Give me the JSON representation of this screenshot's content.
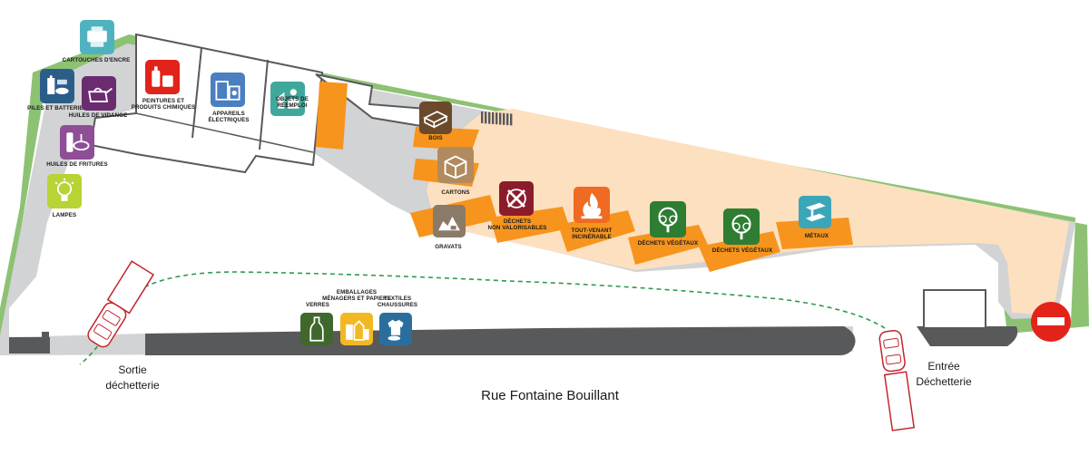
{
  "street": "Rue Fontaine Bouillant",
  "exit": {
    "line1": "Sortie",
    "line2": "déchetterie"
  },
  "entrance": {
    "line1": "Entrée",
    "line2": "Déchetterie"
  },
  "colors": {
    "grass": "#8dc273",
    "ground": "#d1d3d4",
    "sorting_area": "#fde0c0",
    "skip": "#f7941d",
    "wall": "#58595b",
    "path": "#2e9b4e",
    "car": "#c1272d",
    "no_entry": "#e2231a"
  },
  "icons": [
    {
      "id": "cartouches",
      "label1": "CARTOUCHES D'ENCRE",
      "label2": "",
      "color": "#4fb3bf",
      "icon": "printer-icon"
    },
    {
      "id": "piles",
      "label1": "PILES ET BATTERIES",
      "label2": "",
      "color": "#2b5d89",
      "icon": "battery-icon"
    },
    {
      "id": "huiles-vidange",
      "label1": "HUILES DE VIDANGE",
      "label2": "",
      "color": "#6b2c6f",
      "icon": "oil-can-icon"
    },
    {
      "id": "huiles-fritures",
      "label1": "HUILES DE FRITURES",
      "label2": "",
      "color": "#8e4f96",
      "icon": "frying-pan-icon"
    },
    {
      "id": "lampes",
      "label1": "LAMPES",
      "label2": "",
      "color": "#b7d334",
      "icon": "lamp-icon"
    },
    {
      "id": "peintures",
      "label1": "PEINTURES ET",
      "label2": "PRODUITS CHIMIQUES",
      "color": "#e2231a",
      "icon": "chemicals-icon"
    },
    {
      "id": "appareils",
      "label1": "APPAREILS",
      "label2": "ÉLECTRIQUES",
      "color": "#4a7fc1",
      "icon": "appliance-icon"
    },
    {
      "id": "reemploi",
      "label1": "OBJETS DE",
      "label2": "RÉEMPLOI",
      "color": "#3fa89c",
      "icon": "reuse-icon"
    },
    {
      "id": "bois",
      "label1": "BOIS",
      "label2": "",
      "color": "#6b4a2b",
      "icon": "pallet-icon"
    },
    {
      "id": "cartons",
      "label1": "CARTONS",
      "label2": "",
      "color": "#b28a5f",
      "icon": "box-icon"
    },
    {
      "id": "gravats",
      "label1": "GRAVATS",
      "label2": "",
      "color": "#8a7a68",
      "icon": "rubble-icon"
    },
    {
      "id": "non-valorisables",
      "label1": "DÉCHETS",
      "label2": "NON VALORISABLES",
      "color": "#8b1c2c",
      "icon": "no-recycle-icon"
    },
    {
      "id": "tout-venant",
      "label1": "TOUT-VENANT",
      "label2": "INCINÉRABLE",
      "color": "#ef6a22",
      "icon": "fire-icon"
    },
    {
      "id": "vegetaux-1",
      "label1": "DÉCHETS VÉGÉTAUX",
      "label2": "",
      "color": "#2e7d32",
      "icon": "tree-icon"
    },
    {
      "id": "vegetaux-2",
      "label1": "DÉCHETS VÉGÉTAUX",
      "label2": "",
      "color": "#2e7d32",
      "icon": "tree-icon"
    },
    {
      "id": "metaux",
      "label1": "MÉTAUX",
      "label2": "",
      "color": "#3ba6b8",
      "icon": "steel-beam-icon"
    },
    {
      "id": "verres",
      "label1": "VERRES",
      "label2": "",
      "color": "#40682c",
      "icon": "bottle-icon"
    },
    {
      "id": "emballages",
      "label1": "EMBALLAGES",
      "label2": "MÉNAGERS ET PAPIERS",
      "color": "#f2b824",
      "icon": "packaging-icon"
    },
    {
      "id": "textiles",
      "label1": "TEXTILES",
      "label2": "CHAUSSURES",
      "color": "#2b6e9e",
      "icon": "clothes-icon"
    }
  ]
}
